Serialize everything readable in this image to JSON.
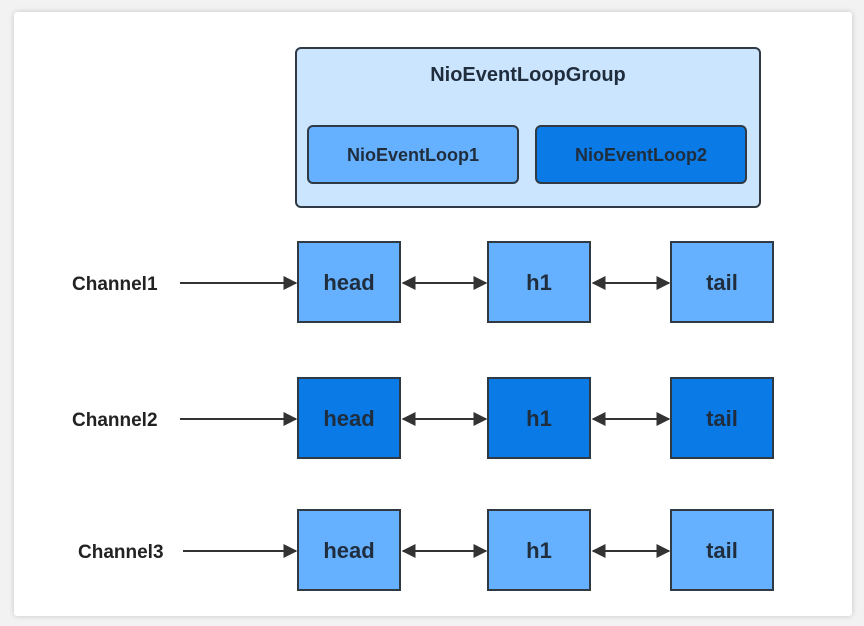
{
  "group": {
    "title": "NioEventLoopGroup",
    "loops": [
      {
        "label": "NioEventLoop1",
        "color": "#66b1ff"
      },
      {
        "label": "NioEventLoop2",
        "color": "#0a7ae6"
      }
    ]
  },
  "channels": [
    {
      "label": "Channel1",
      "nodes": [
        "head",
        "h1",
        "tail"
      ],
      "color": "#66b1ff"
    },
    {
      "label": "Channel2",
      "nodes": [
        "head",
        "h1",
        "tail"
      ],
      "color": "#0a7ae6"
    },
    {
      "label": "Channel3",
      "nodes": [
        "head",
        "h1",
        "tail"
      ],
      "color": "#66b1ff"
    }
  ],
  "colors": {
    "group_fill": "#cce5ff",
    "border": "#2f3a44",
    "arrow": "#333333"
  }
}
